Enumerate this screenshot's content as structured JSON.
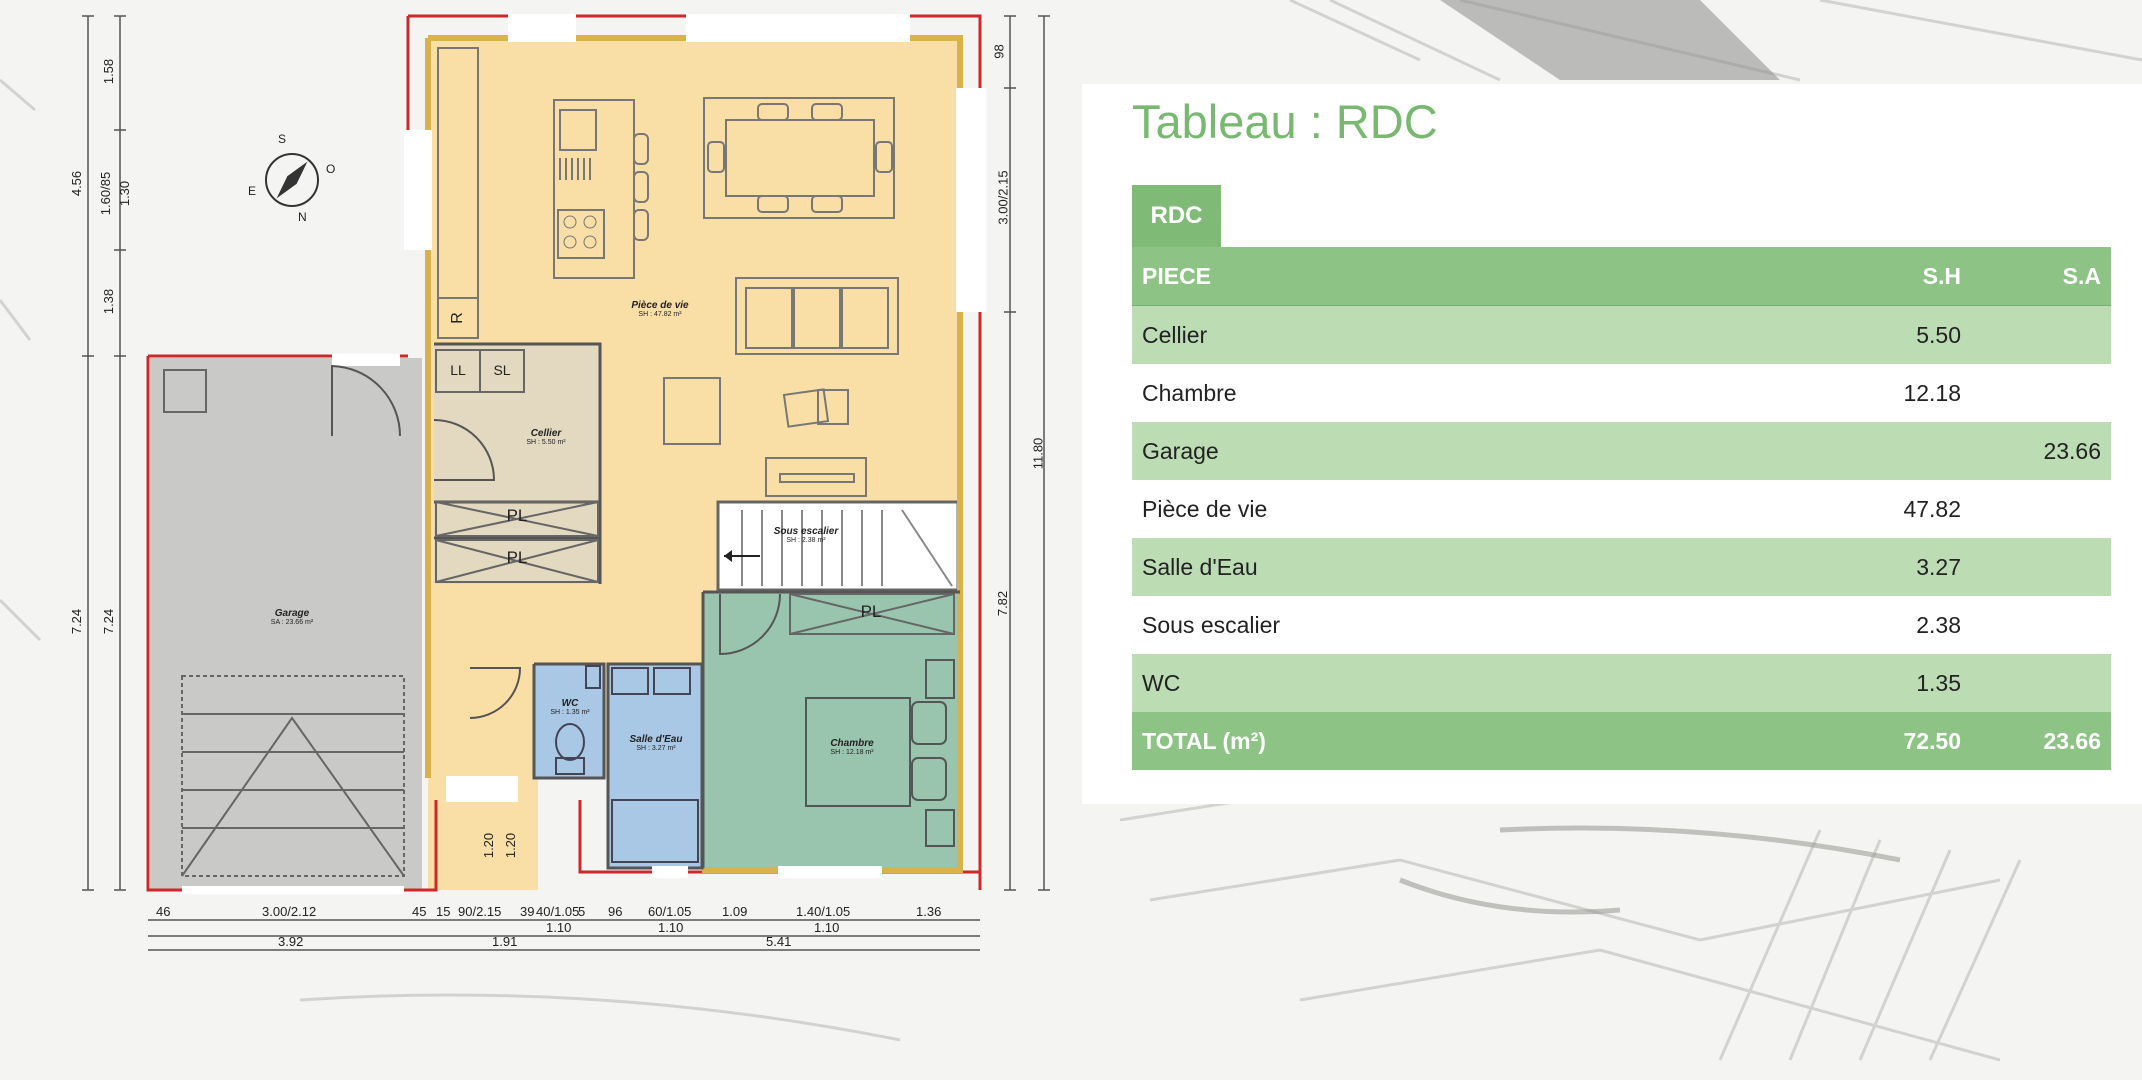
{
  "panel": {
    "title": "Tableau : RDC",
    "tab_label": "RDC"
  },
  "table": {
    "headers": {
      "room": "PIECE",
      "sh": "S.H",
      "sa": "S.A"
    },
    "rows": [
      {
        "room": "Cellier",
        "sh": "5.50",
        "sa": ""
      },
      {
        "room": "Chambre",
        "sh": "12.18",
        "sa": ""
      },
      {
        "room": "Garage",
        "sh": "",
        "sa": "23.66"
      },
      {
        "room": "Pièce de vie",
        "sh": "47.82",
        "sa": ""
      },
      {
        "room": "Salle d'Eau",
        "sh": "3.27",
        "sa": ""
      },
      {
        "room": "Sous escalier",
        "sh": "2.38",
        "sa": ""
      },
      {
        "room": "WC",
        "sh": "1.35",
        "sa": ""
      }
    ],
    "total": {
      "room": "TOTAL (m²)",
      "sh": "72.50",
      "sa": "23.66"
    }
  },
  "plan": {
    "rooms": {
      "piece_de_vie": {
        "name": "Pièce de vie",
        "area": "SH : 47.82 m²"
      },
      "cellier": {
        "name": "Cellier",
        "area": "SH : 5.50 m²"
      },
      "garage": {
        "name": "Garage",
        "area": "SA : 23.66 m²"
      },
      "sous_escalier": {
        "name": "Sous escalier",
        "area": "SH : 2.38 m²"
      },
      "wc": {
        "name": "WC",
        "area": "SH : 1.35 m²"
      },
      "salle_eau": {
        "name": "Salle d'Eau",
        "area": "SH : 3.27 m²"
      },
      "chambre": {
        "name": "Chambre",
        "area": "SH : 12.18 m²"
      }
    },
    "fixtures": {
      "r": "R",
      "ll": "LL",
      "sl": "SL",
      "pl": "PL"
    },
    "compass": {
      "s": "S",
      "o": "O",
      "n": "N",
      "e": "E"
    },
    "dims_left_outer": [
      "4.56",
      "7.24"
    ],
    "dims_left_inner": [
      "1.58",
      "1.60/85",
      "1.30",
      "1.38",
      "7.24"
    ],
    "dims_right": [
      "98",
      "3.00/2.15",
      "11.80",
      "7.82"
    ],
    "dims_bottom_row1": [
      "46",
      "3.00/2.12",
      "45",
      "15",
      "90/2.15",
      "39",
      "40/1.05",
      "5",
      "96",
      "60/1.05",
      "1.09",
      "1.40/1.05",
      "1.36"
    ],
    "dims_bottom_row2": [
      "1.10",
      "1.10",
      "1.10"
    ],
    "dims_bottom_row3": [
      "3.92",
      "1.91",
      "5.41"
    ],
    "dims_inner_vertical": [
      "1.20",
      "1.20"
    ]
  },
  "colors": {
    "accent_green": "#8dc485",
    "row_green": "#bcdcb4",
    "title_green": "#78b870",
    "living_fill": "#f9dfa6",
    "cellier_fill": "#e3d8c0",
    "garage_fill": "#c9c9c7",
    "bath_fill": "#a8c8e6",
    "chambre_fill": "#99c4ad",
    "wall_red": "#cc2a2a"
  }
}
